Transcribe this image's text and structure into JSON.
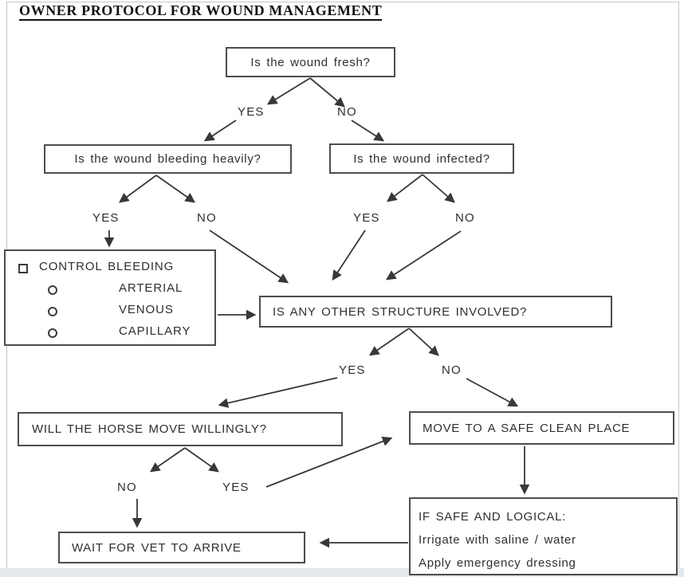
{
  "title": "OWNER PROTOCOL FOR WOUND MANAGEMENT",
  "nodes": {
    "fresh": "Is the wound fresh?",
    "bleeding": "Is the wound bleeding heavily?",
    "infected": "Is the wound infected?",
    "control": {
      "title": "CONTROL BLEEDING",
      "items": [
        "ARTERIAL",
        "VENOUS",
        "CAPILLARY"
      ]
    },
    "structure": "IS ANY OTHER STRUCTURE INVOLVED?",
    "willing": "WILL THE HORSE MOVE WILLINGLY?",
    "move": "MOVE TO A SAFE CLEAN PLACE",
    "wait": "WAIT FOR VET TO ARRIVE",
    "ifsafe": {
      "lines": [
        "IF SAFE AND LOGICAL:",
        "Irrigate with saline /  water",
        "Apply emergency dressing"
      ]
    }
  },
  "branch_labels": {
    "fresh_yes": "YES",
    "fresh_no": "NO",
    "bleeding_yes": "YES",
    "bleeding_no": "NO",
    "infected_yes": "YES",
    "infected_no": "NO",
    "structure_yes": "YES",
    "structure_no": "NO",
    "willing_no": "NO",
    "willing_yes": "YES"
  },
  "colors": {
    "line": "#383838",
    "box_border": "#4d4d4d",
    "text": "#2f2f2f",
    "page_border": "#c6c6c6",
    "bottom_strip": "#e4e9ed"
  }
}
